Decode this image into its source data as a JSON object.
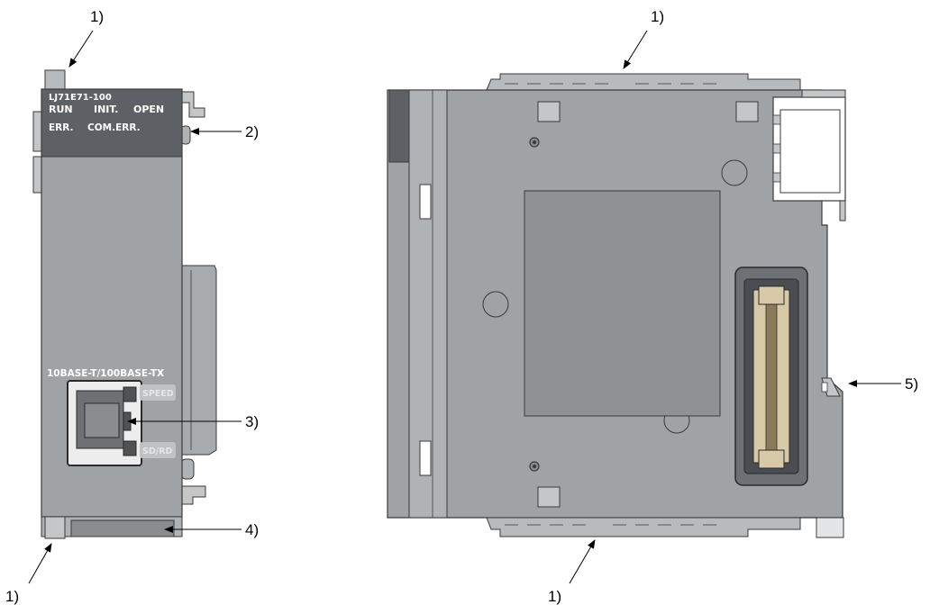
{
  "module": {
    "model": "LJ71E71-100",
    "leds_row1": [
      "RUN",
      "INIT.",
      "OPEN"
    ],
    "leds_row2": [
      "ERR.",
      "COM.ERR."
    ],
    "port_label": "10BASE-T/100BASE-TX",
    "port_leds": [
      "SPEED",
      "SD/RD"
    ]
  },
  "callouts": {
    "hook_top_front": "1)",
    "hook_bottom_front": "1)",
    "led_display": "2)",
    "ethernet_port": "3)",
    "serial_label": "4)",
    "hook_top_side": "1)",
    "hook_bottom_side": "1)",
    "din_rail_hook": "5)"
  },
  "colors": {
    "body": "#a0a3a6",
    "body_dark": "#8a8d90",
    "panel": "#5d6064",
    "outline": "#3a3a3a",
    "connector": "#6d5d45"
  }
}
